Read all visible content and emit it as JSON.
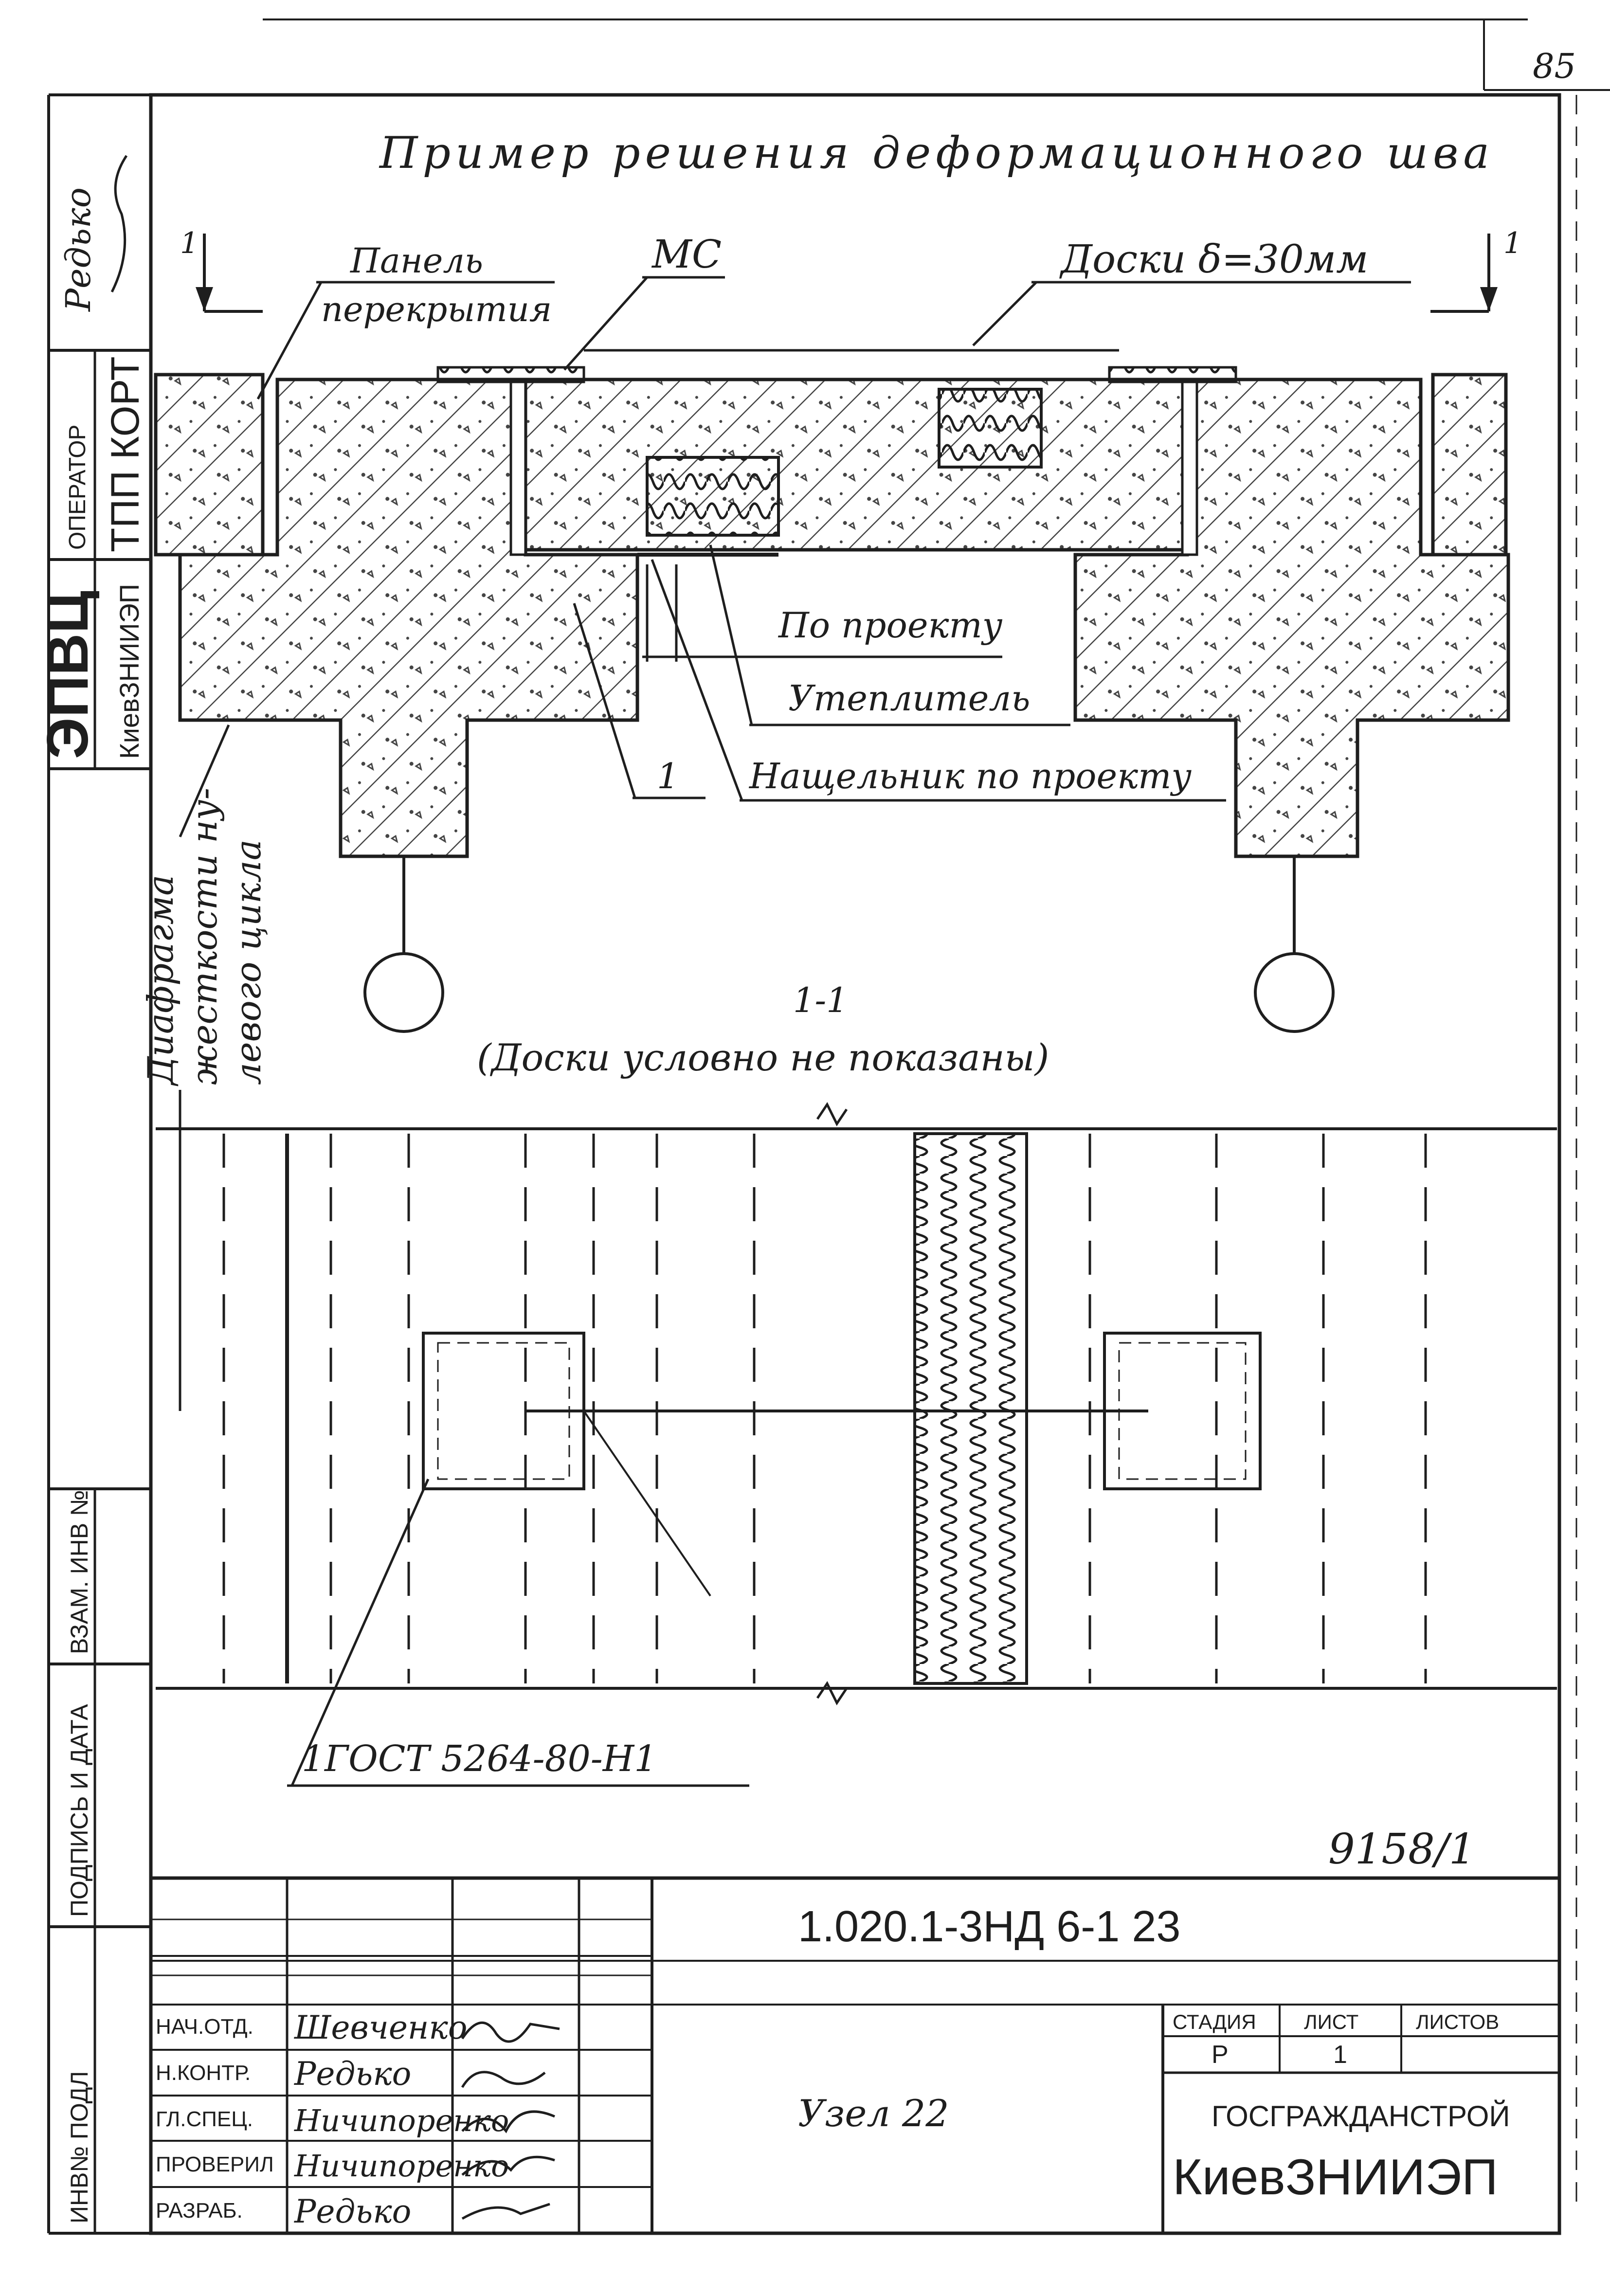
{
  "sheet": {
    "page_corner": "85",
    "title": "Пример решения деформационного шва",
    "section_label": "1-1",
    "section_note": "(Доски условно не показаны)",
    "section_mark": "1",
    "callouts": {
      "panel_line1": "Панель",
      "panel_line2": "перекрытия",
      "mc": "МС",
      "boards": "Доски δ=30мм",
      "by_project": "По проекту",
      "insulation": "Утеплитель",
      "sheeting": "Нащельник по проекту",
      "num": "1",
      "diaphragm_line1": "Диафрагма",
      "diaphragm_line2": "жесткости ну-",
      "diaphragm_line3": "левого цикла",
      "gost": "1ГОСТ 5264-80-Н1"
    }
  },
  "left_strip": {
    "editor_label": "Редько",
    "operator_header": "ОПЕРАТОР",
    "operator_value": "ТПП КОРТ",
    "org_big": "ЭПВЦ",
    "org_small": "КиевЗНИИЭП",
    "fields": [
      "ВЗАМ. ИНВ №",
      "ПОДПИСЬ И ДАТА",
      "ИНВ№ ПОДЛ"
    ]
  },
  "title_block": {
    "archive_number": "9158/1",
    "designation": "1.020.1-3НД 6-1 23",
    "rows": [
      {
        "role": "НАЧ.ОТД.",
        "name": "Шевченко"
      },
      {
        "role": "Н.КОНТР.",
        "name": "Редько"
      },
      {
        "role": "ГЛ.СПЕЦ.",
        "name": "Ничипоренко"
      },
      {
        "role": "ПРОВЕРИЛ",
        "name": "Ничипоренко"
      },
      {
        "role": "РАЗРАБ.",
        "name": "Редько"
      }
    ],
    "node_title": "Узел 22",
    "stage_header": "СТАДИЯ",
    "sheet_header": "ЛИСТ",
    "sheets_header": "ЛИСТОВ",
    "stage_value": "Р",
    "sheet_value": "1",
    "org_line1": "ГОСГРАЖДАНСТРОЙ",
    "org_line2": "КиевЗНИИЭП"
  },
  "colors": {
    "ink": "#1e1e1e",
    "paper": "#ffffff",
    "hatch": "#444444"
  }
}
